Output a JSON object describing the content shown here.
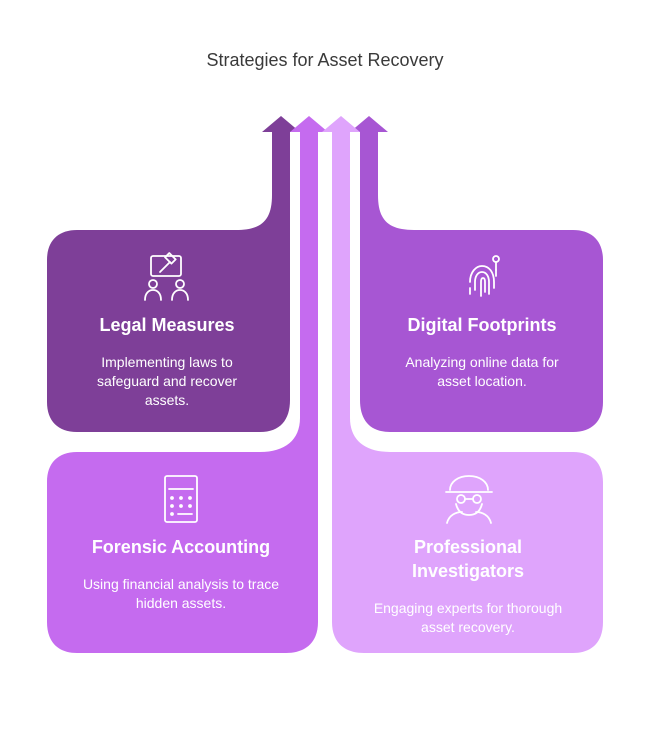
{
  "title": "Strategies for Asset Recovery",
  "cards": [
    {
      "title": "Legal Measures",
      "description": "Implementing laws to safeguard and recover assets.",
      "icon": "gavel-people-icon",
      "color": "#7e3f98"
    },
    {
      "title": "Digital Footprints",
      "description": "Analyzing online data for asset location.",
      "icon": "fingerprint-icon",
      "color": "#a756d3"
    },
    {
      "title": "Forensic Accounting",
      "description": "Using financial analysis to trace hidden assets.",
      "icon": "calculator-icon",
      "color": "#c56bef"
    },
    {
      "title": "Professional Investigators",
      "description": "Engaging experts for thorough asset recovery.",
      "icon": "detective-icon",
      "color": "#dfa4fc"
    }
  ]
}
